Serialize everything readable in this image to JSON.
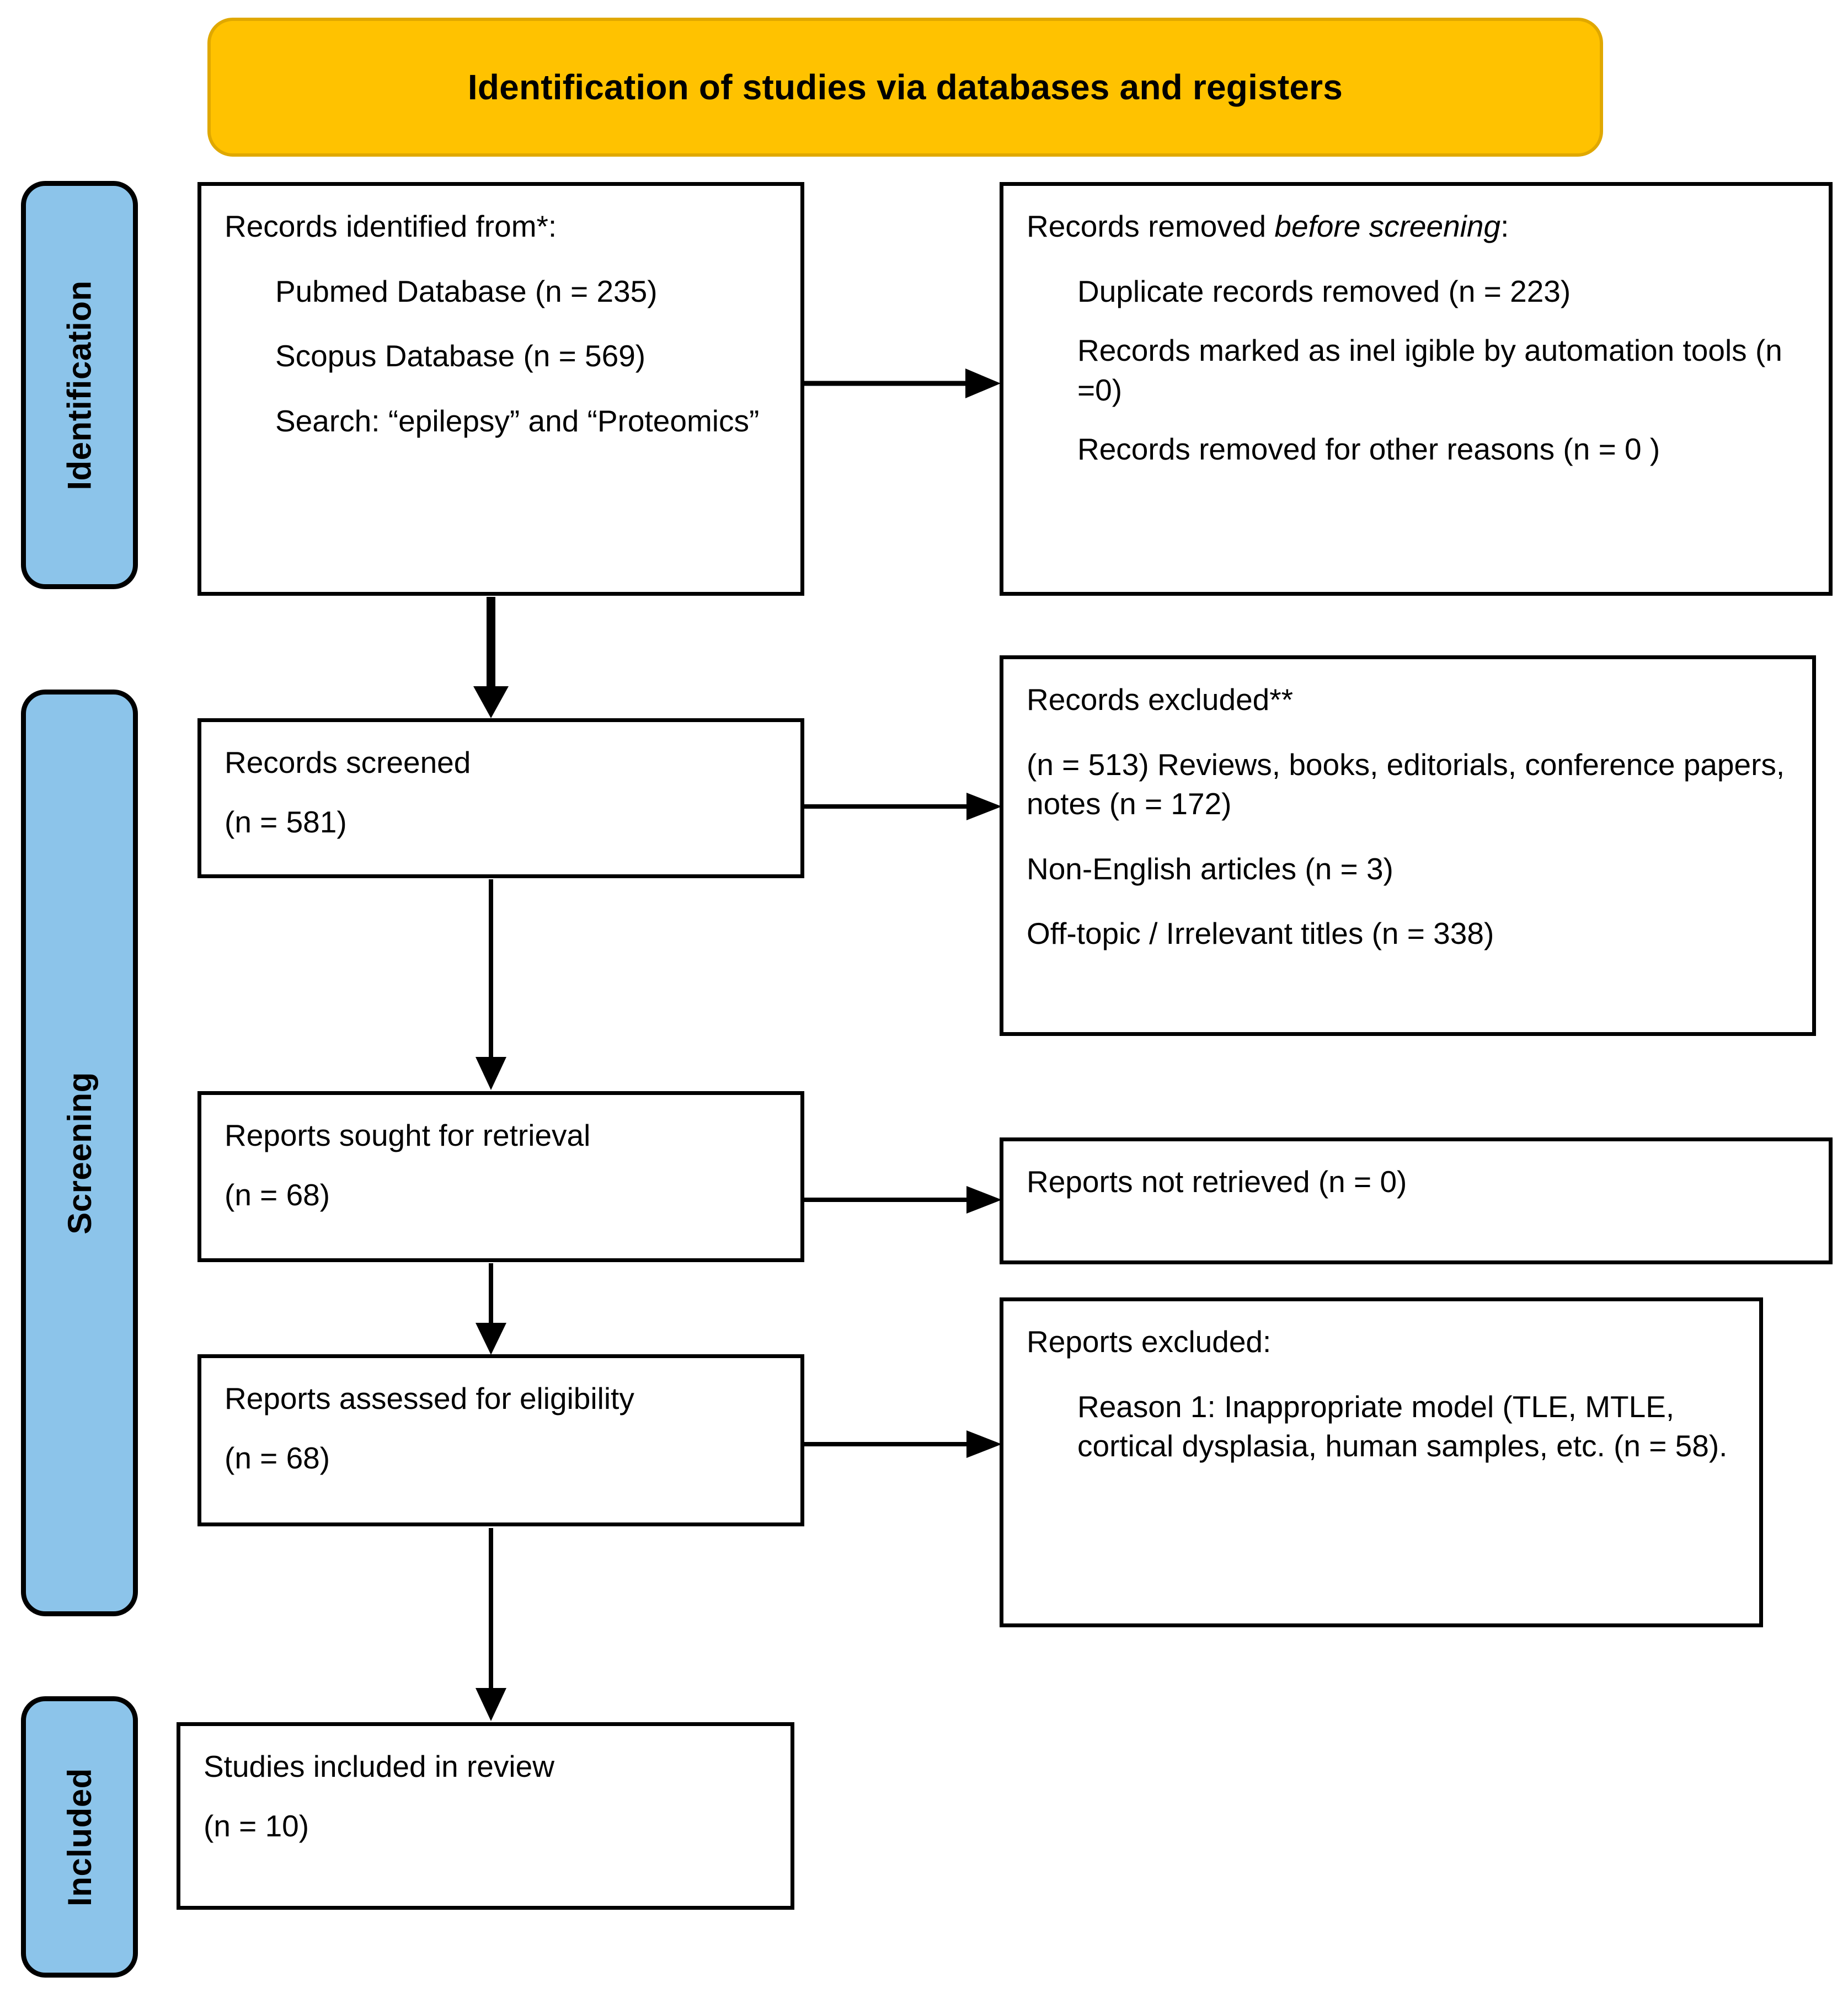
{
  "header": {
    "title": "Identification of studies via databases and registers",
    "background_color": "#FFC200"
  },
  "phases": {
    "band_color": "#8CC4EA",
    "items": [
      {
        "id": "identification",
        "label": "Identification"
      },
      {
        "id": "screening",
        "label": "Screening"
      },
      {
        "id": "included",
        "label": "Included"
      }
    ]
  },
  "boxes": {
    "identified": {
      "heading": "Records identified from*:",
      "line_pubmed": "Pubmed Database (n = 235)",
      "line_scopus": "Scopus Database (n = 569)",
      "line_search": "Search: “epilepsy” and “Proteomics”"
    },
    "removed": {
      "heading_prefix": "Records removed ",
      "heading_italic": "before screening",
      "heading_suffix": ":",
      "line_duplicate": "Duplicate records removed  (n = 223)",
      "line_automation": "Records marked as inel igible by automation tools (n =0)",
      "line_other": "Records removed for other reasons (n = 0 )"
    },
    "screened": {
      "heading": "Records screened",
      "count": "(n = 581)"
    },
    "excluded": {
      "heading": "Records excluded**",
      "line_reviews": "(n = 513) Reviews, books, editorials, conference papers, notes (n = 172)",
      "line_nonenglish": "Non-English articles (n = 3)",
      "line_offtopic": "Off-topic / Irrelevant titles (n = 338)"
    },
    "sought": {
      "heading": "Reports sought for retrieval",
      "count": "(n = 68)"
    },
    "not_retrieved": {
      "heading": "Reports not retrieved (n = 0)"
    },
    "eligibility": {
      "heading": "Reports assessed for eligibility",
      "count": "(n = 68)"
    },
    "reports_excluded": {
      "heading": "Reports excluded:",
      "reason_1": "Reason 1: Inappropriate model (TLE, MTLE, cortical dysplasia, human samples, etc. (n = 58)."
    },
    "included": {
      "heading": "Studies included in review",
      "count": "(n = 10)"
    }
  }
}
